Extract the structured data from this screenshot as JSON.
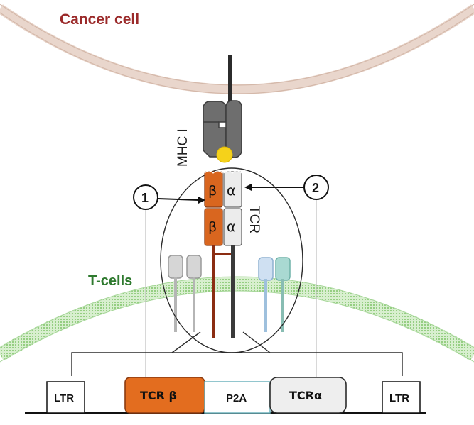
{
  "labels": {
    "cancer_cell": "Cancer cell",
    "t_cells": "T-cells",
    "mhc": "MHC I",
    "tcr": "TCR",
    "beta": "β",
    "alpha": "α",
    "marker_1": "1",
    "marker_2": "2"
  },
  "construct": {
    "ltr_left": "LTR",
    "tcr_beta": "TCR β",
    "p2a": "P2A",
    "tcr_alpha": "TCRα",
    "ltr_right": "LTR"
  },
  "colors": {
    "cancer_text": "#9b2a2a",
    "tcells_text": "#2f7a2f",
    "beta_chain": "#d9661f",
    "alpha_chain": "#e6e6e6",
    "peptide": "#f5d21a",
    "mhc": "#6e6e6e"
  }
}
